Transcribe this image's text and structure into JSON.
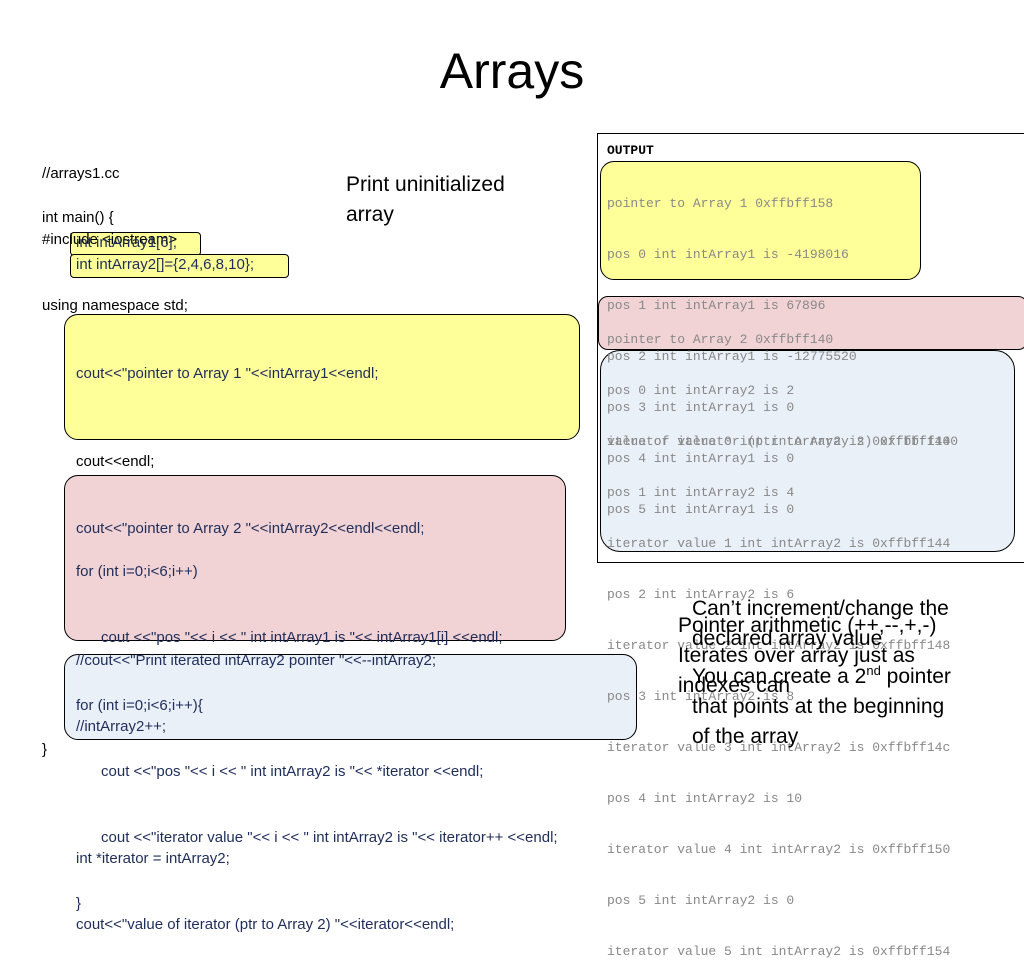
{
  "slide": {
    "title": "Arrays"
  },
  "code": {
    "header": [
      "//arrays1.cc",
      "#include <iostream>",
      "using namespace std;"
    ],
    "main_open": "int main() {",
    "decl1": "int intArray1[6];",
    "decl2": "int intArray2[]={2,4,6,8,10};",
    "block1": [
      "cout<<\"pointer to Array 1 \"<<intArray1<<endl;",
      "",
      "",
      "for (int i=0;i<6;i++)",
      "      cout <<\"pos \"<< i << \" int intArray1 is \"<< intArray1[i] <<endl;"
    ],
    "endl_line": "cout<<endl;",
    "block2": [
      "cout<<\"pointer to Array 2 \"<<intArray2<<endl<<endl;",
      "",
      "//cout<<\"Print iterated intArray2 pointer \"<<--intArray2;",
      "//intArray2++;",
      "",
      "int *iterator = intArray2;",
      "cout<<\"value of iterator (ptr to Array 2) \"<<iterator<<endl;"
    ],
    "block3": [
      "for (int i=0;i<6;i++){",
      "      cout <<\"pos \"<< i << \" int intArray2 is \"<< *iterator <<endl;",
      "      cout <<\"iterator value \"<< i << \" int intArray2 is \"<< iterator++ <<endl;",
      "}"
    ],
    "main_close": "}"
  },
  "notes": {
    "print_uninit": [
      "Print uninitialized",
      "array"
    ],
    "cant_increment": [
      "Can’t increment/change the",
      "declared array value"
    ],
    "pointer_arith": [
      "Pointer arithmetic (++,--,+,-)",
      "Iterates over array just as",
      "indexes can"
    ],
    "second_pointer_pre": "You can create a 2",
    "second_pointer_sup": "nd",
    "second_pointer_post": " pointer",
    "second_pointer_rest": [
      "that points at the beginning",
      "of the array"
    ]
  },
  "output": {
    "heading": "OUTPUT",
    "array1": [
      "pointer to Array 1 0xffbff158",
      "pos 0 int intArray1 is -4198016",
      "pos 1 int intArray1 is 67896",
      "pos 2 int intArray1 is -12775520",
      "pos 3 int intArray1 is 0",
      "pos 4 int intArray1 is 0",
      "pos 5 int intArray1 is 0"
    ],
    "array2_ptr": [
      "pointer to Array 2 0xffbff140",
      "",
      "value of iterator (ptr to Array 2) 0xffbff140"
    ],
    "iter_lines": [
      "pos 0 int intArray2 is 2",
      "iterator value 0 int intArray2 is 0xffbff140",
      "pos 1 int intArray2 is 4",
      "iterator value 1 int intArray2 is 0xffbff144",
      "pos 2 int intArray2 is 6",
      "iterator value 2 int intArray2 is 0xffbff148",
      "pos 3 int intArray2 is 8",
      "iterator value 3 int intArray2 is 0xffbff14c",
      "pos 4 int intArray2 is 10",
      "iterator value 4 int intArray2 is 0xffbff150",
      "pos 5 int intArray2 is 0",
      "iterator value 5 int intArray2 is 0xffbff154"
    ]
  }
}
